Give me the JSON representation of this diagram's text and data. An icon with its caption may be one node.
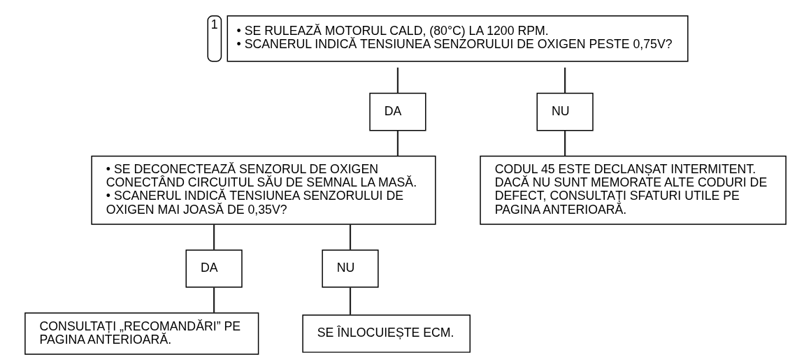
{
  "diagram": {
    "nodes": [
      {
        "text": [
          "• SE RULEAZĂ MOTORUL CALD, (80°C) LA 1200 RPM.",
          "• SCANERUL INDICĂ TENSIUNEA SENZORULUI DE OXIGEN PESTE 0,75V?"
        ],
        "beside": [
          "1"
        ]
      },
      {
        "text": [
          "DA"
        ]
      },
      {
        "text": [
          "NU"
        ]
      },
      {
        "text": [
          "• SE DECONECTEAZĂ SENZORUL DE OXIGEN CONECTÂND CIRCUITUL SĂU DE SEMNAL LA MASĂ.",
          "• SCANERUL INDICĂ TENSIUNEA SENZORULUI DE OXIGEN MAI JOASĂ DE 0,35V?"
        ]
      },
      {
        "text": [
          "CODUL 45 ESTE DECLANȘAT INTERMITENT.",
          "DACĂ NU SUNT MEMORATE ALTE CODURI DE DEFECT, CONSULTAȚI SFATURI UTILE PE PAGINA ANTERIOARĂ."
        ]
      },
      {
        "text": [
          "DA"
        ]
      },
      {
        "text": [
          "NU"
        ]
      },
      {
        "text": [
          "CONSULTAȚI „RECOMANDĂRI” PE PAGINA ANTERIOARĂ."
        ]
      },
      {
        "text": [
          "SE ÎNLOCUIEȘTE ECM."
        ]
      }
    ],
    "edges": [
      {
        "from": 0,
        "to": 1,
        "arrow": "none"
      },
      {
        "from": 0,
        "to": 2,
        "arrow": "none"
      },
      {
        "from": 1,
        "to": 3,
        "arrow": "none"
      },
      {
        "from": 2,
        "to": 4,
        "arrow": "none"
      },
      {
        "from": 3,
        "to": 5,
        "arrow": "none"
      },
      {
        "from": 3,
        "to": 6,
        "arrow": "none"
      },
      {
        "from": 5,
        "to": 7,
        "arrow": "none"
      },
      {
        "from": 6,
        "to": 8,
        "arrow": "none"
      }
    ]
  }
}
